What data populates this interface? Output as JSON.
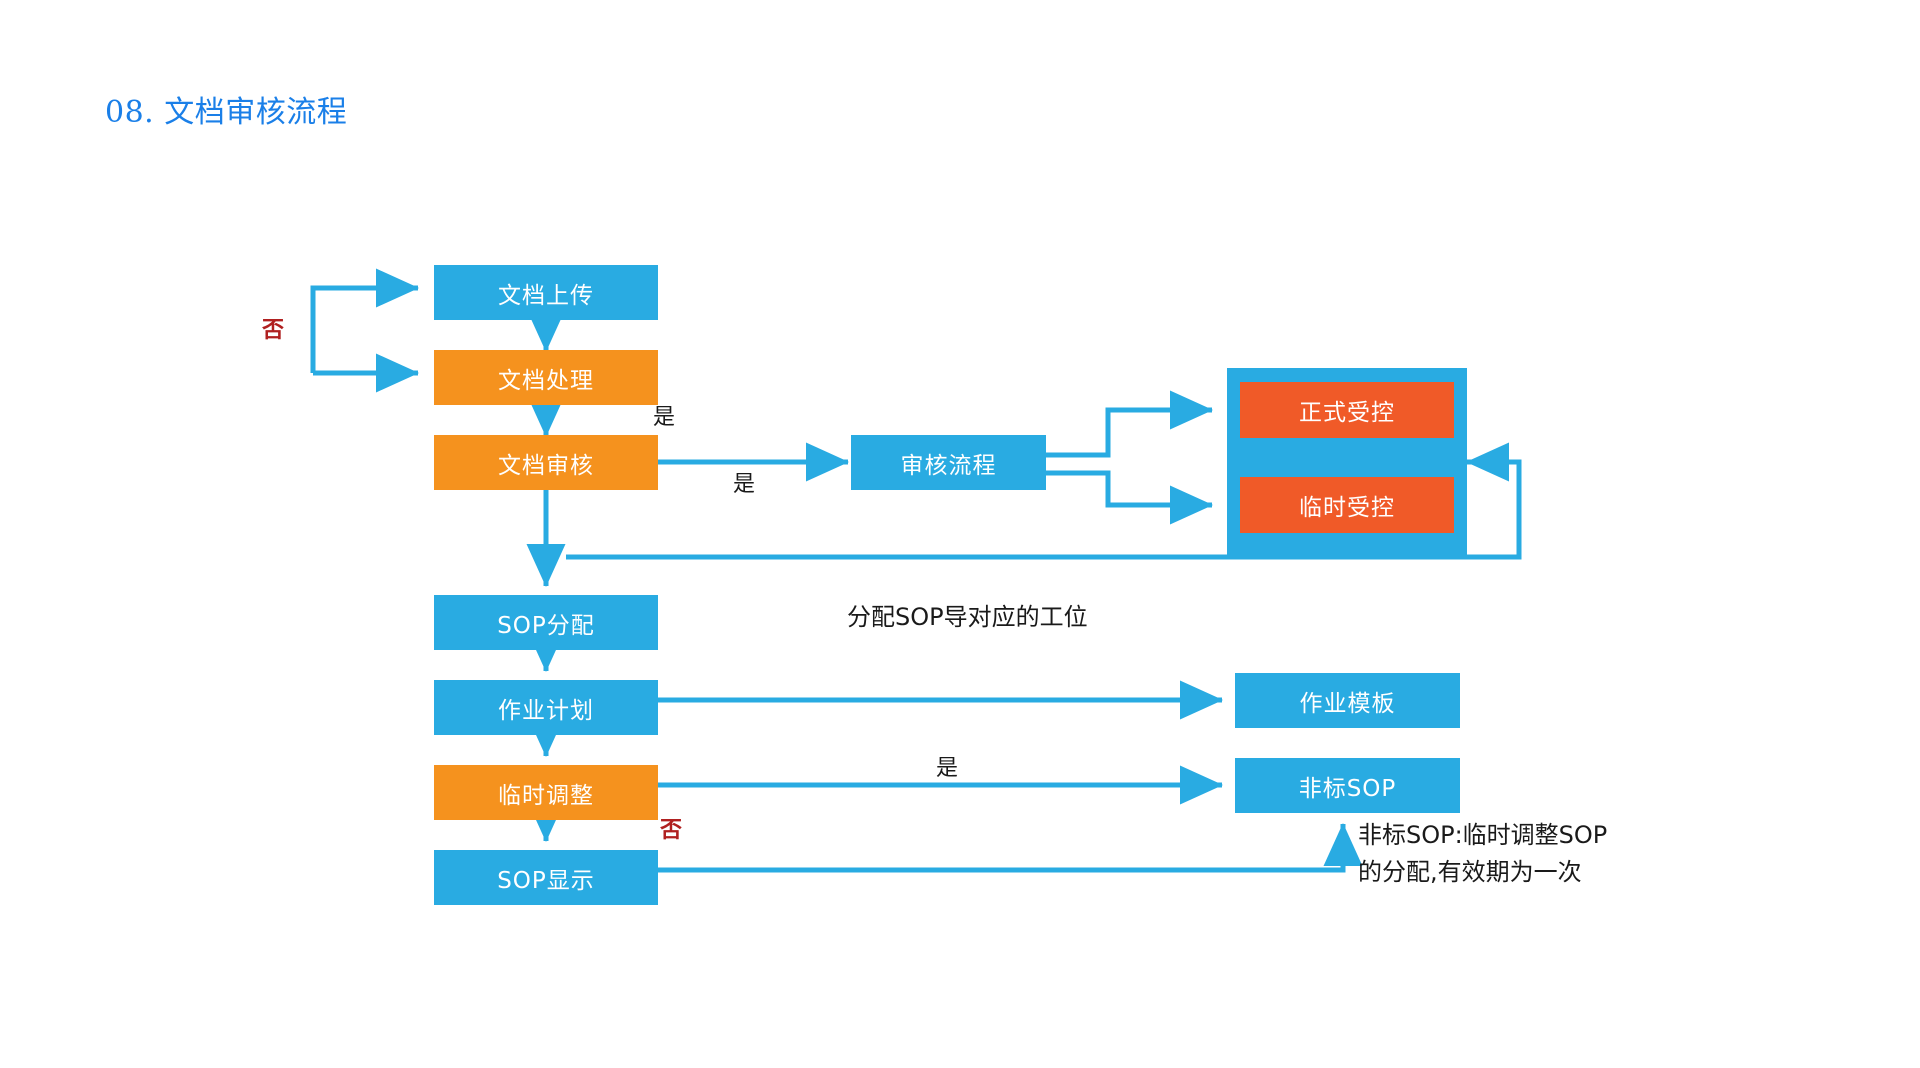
{
  "page": {
    "title": "08. 文档审核流程",
    "background_color": "#ffffff"
  },
  "colors": {
    "blue": "#29ABE2",
    "orange": "#F5921E",
    "red_orange": "#F05A28",
    "title_blue": "#1A7FE8",
    "label_red": "#B02020",
    "text_dark": "#1A1A1A"
  },
  "nodes": {
    "doc_upload": {
      "label": "文档上传",
      "color": "blue"
    },
    "doc_process": {
      "label": "文档处理",
      "color": "orange"
    },
    "doc_review": {
      "label": "文档审核",
      "color": "orange"
    },
    "review_flow": {
      "label": "审核流程",
      "color": "blue"
    },
    "formal_control": {
      "label": "正式受控",
      "color": "red"
    },
    "temp_control": {
      "label": "临时受控",
      "color": "red"
    },
    "sop_assign": {
      "label": "SOP分配",
      "color": "blue"
    },
    "work_plan": {
      "label": "作业计划",
      "color": "blue"
    },
    "temp_adjust": {
      "label": "临时调整",
      "color": "orange"
    },
    "sop_display": {
      "label": "SOP显示",
      "color": "blue"
    },
    "work_template": {
      "label": "作业模板",
      "color": "blue"
    },
    "nonstandard_sop": {
      "label": "非标SOP",
      "color": "blue"
    }
  },
  "edge_labels": {
    "no_upper": "否",
    "yes_review_upper": "是",
    "yes_review_lower": "是",
    "yes_temp_adjust": "是",
    "no_lower": "否"
  },
  "notes": {
    "sop_assign_note": "分配SOP导对应的工位",
    "nonstandard_note_line1": "非标SOP:临时调整SOP",
    "nonstandard_note_line2": "的分配,有效期为一次"
  }
}
